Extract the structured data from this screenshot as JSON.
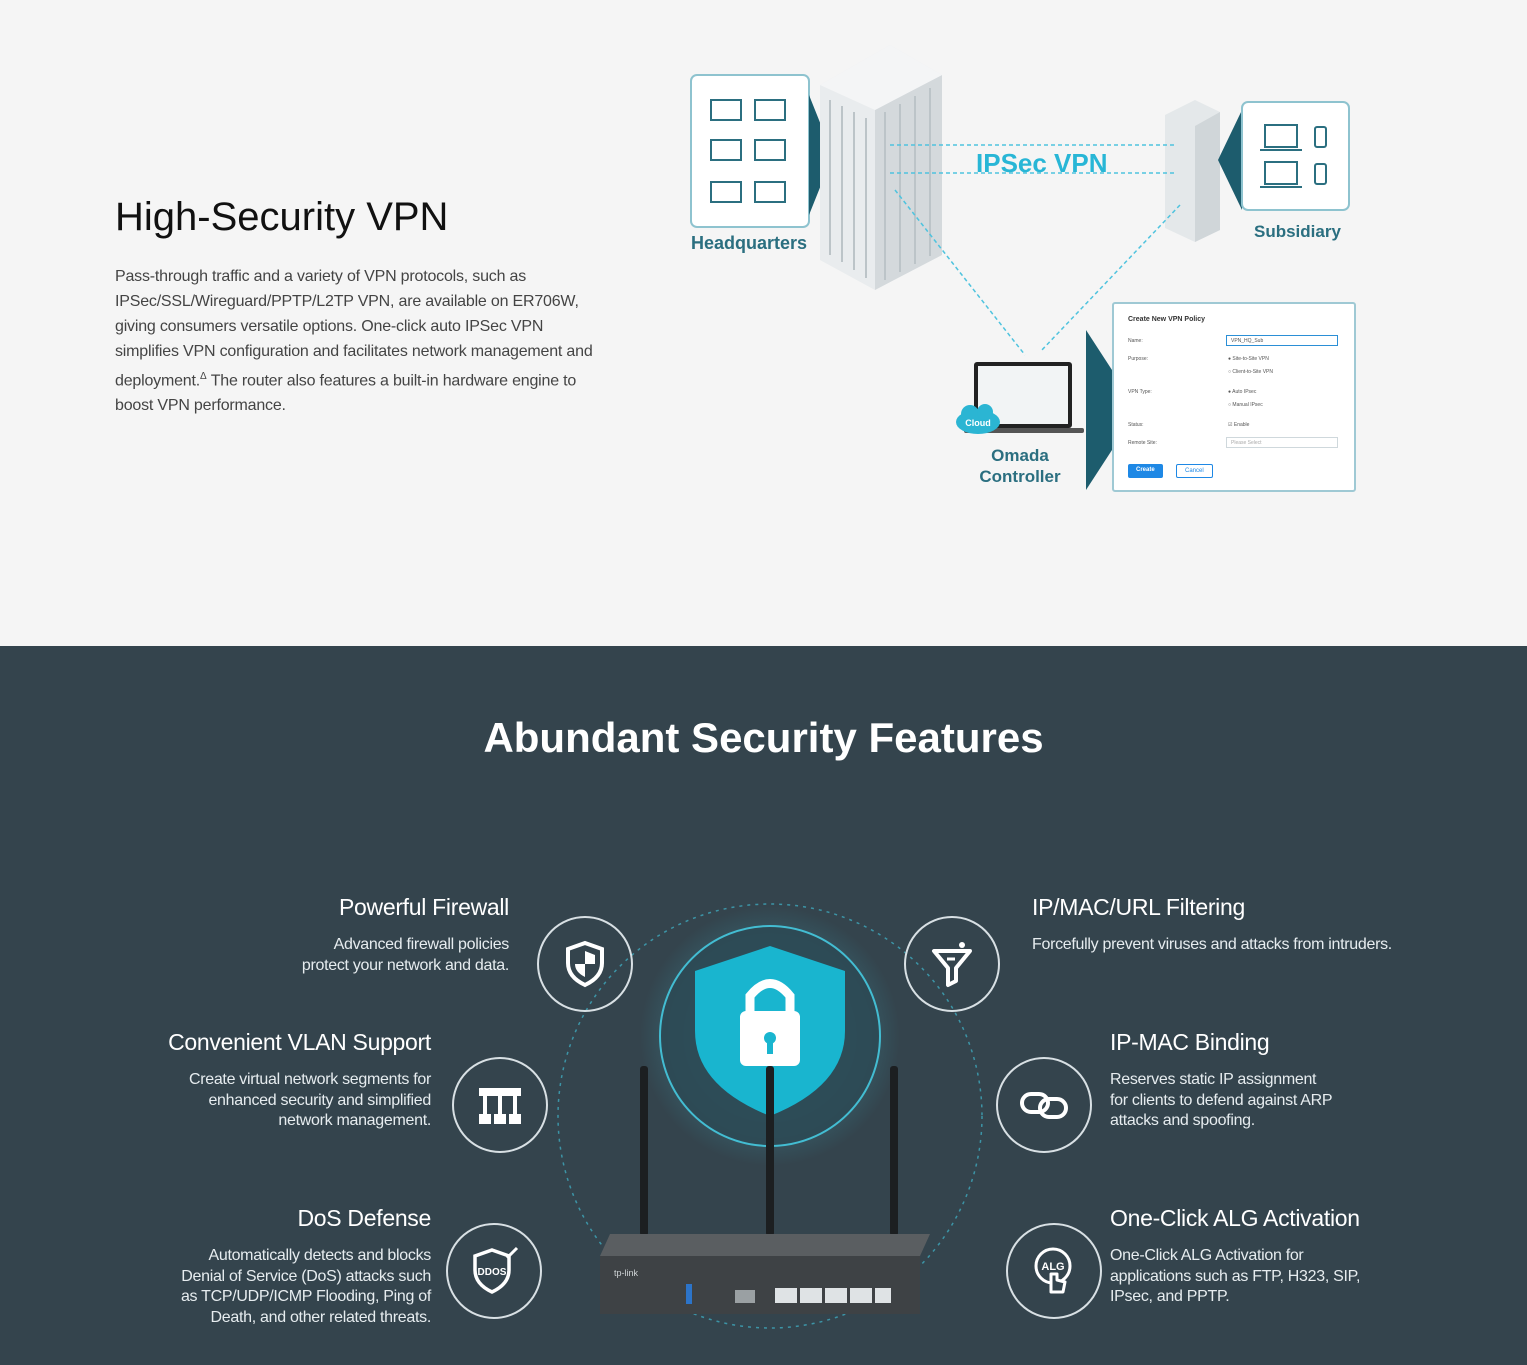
{
  "vpn": {
    "title": "High-Security VPN",
    "desc_part1": "Pass-through traffic and a variety of VPN protocols, such as IPSec/SSL/Wireguard/PPTP/L2TP VPN, are available on ER706W, giving consumers versatile options. One-click auto IPSec VPN simplifies VPN configuration and facilitates network management and deployment.",
    "desc_sup": "Δ",
    "desc_part2": " The router also features a built-in hardware engine to boost VPN performance."
  },
  "diagram": {
    "headquarters": "Headquarters",
    "subsidiary": "Subsidiary",
    "ipsec": "IPSec VPN",
    "cloud": "Cloud",
    "omada_line1": "Omada",
    "omada_line2": "Controller",
    "policy": {
      "title": "Create New VPN Policy",
      "name_label": "Name:",
      "name_value": "VPN_HQ_Sub",
      "purpose_label": "Purpose:",
      "purpose_opt1": "Site-to-Site VPN",
      "purpose_opt2": "Client-to-Site VPN",
      "type_label": "VPN Type:",
      "type_opt1": "Auto IPsec",
      "type_opt2": "Manual IPsec",
      "status_label": "Status:",
      "status_value": "Enable",
      "remote_label": "Remote Site:",
      "remote_placeholder": "Please Select",
      "create": "Create",
      "cancel": "Cancel"
    }
  },
  "security": {
    "title": "Abundant Security Features",
    "firewall": {
      "title": "Powerful Firewall",
      "line1": "Advanced firewall policies",
      "line2": "protect your network and data."
    },
    "filtering": {
      "title": "IP/MAC/URL Filtering",
      "desc": "Forcefully prevent viruses and attacks from intruders."
    },
    "vlan": {
      "title": "Convenient VLAN Support",
      "line1": "Create virtual network segments for",
      "line2": "enhanced security and simplified",
      "line3": "network management."
    },
    "binding": {
      "title": "IP-MAC Binding",
      "line1": "Reserves static IP assignment",
      "line2": "for clients to defend against ARP",
      "line3": "attacks and spoofing."
    },
    "dos": {
      "title": "DoS Defense",
      "line1": "Automatically detects and blocks",
      "line2": "Denial of Service (DoS) attacks such",
      "line3": "as TCP/UDP/ICMP Flooding, Ping of",
      "line4": "Death, and other related threats."
    },
    "alg": {
      "title": "One-Click ALG Activation",
      "line1": "One-Click ALG Activation for",
      "line2": "applications such as FTP, H323, SIP,",
      "line3": "IPsec, and PPTP."
    },
    "ddos_label": "DDOS",
    "alg_label": "ALG",
    "router_brand": "tp-link"
  },
  "colors": {
    "teal": "#2b6f80",
    "cyan": "#28b6d6",
    "dark_bg": "#34444d",
    "shield": "#19b5cf"
  }
}
